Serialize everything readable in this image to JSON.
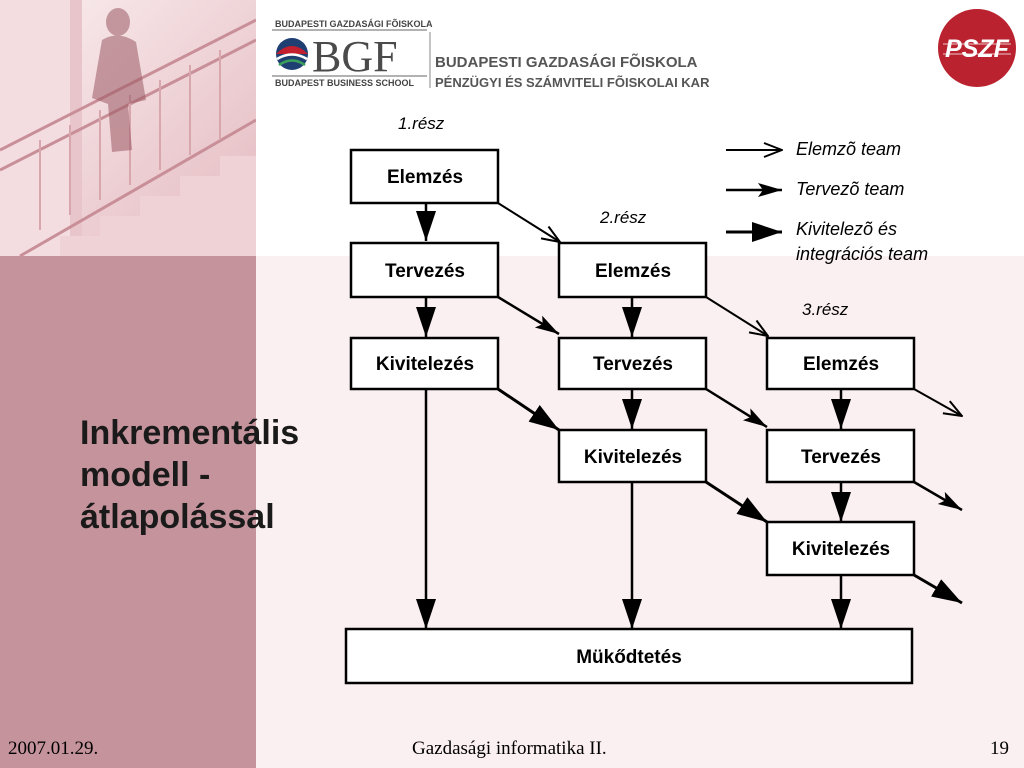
{
  "header": {
    "bgf_top_line": "BUDAPESTI GAZDASÁGI FÕISKOLA",
    "bgf_mark": "BGF",
    "bgf_bottom_line": "BUDAPEST BUSINESS SCHOOL",
    "school_name": "BUDAPESTI GAZDASÁGI FÕISKOLA",
    "faculty_name": "PÉNZÜGYI ÉS SZÁMVITELI FÕISKOLAI KAR",
    "pszf_mark": "PSZF"
  },
  "title": {
    "line1": "Inkrementális",
    "line2": "modell -",
    "line3": "átlapolással"
  },
  "diagram": {
    "part_labels": [
      "1.rész",
      "2.rész",
      "3.rész"
    ],
    "legend": {
      "analyst": "Elemzõ team",
      "designer": "Tervezõ team",
      "implementer_line1": "Kivitelezõ és",
      "implementer_line2": "integrációs team"
    },
    "boxes": {
      "analysis": "Elemzés",
      "design": "Tervezés",
      "implementation": "Kivitelezés",
      "operation": "Mükődtetés"
    }
  },
  "footer": {
    "date": "2007.01.29.",
    "course": "Gazdasági informatika II.",
    "page": "19"
  }
}
